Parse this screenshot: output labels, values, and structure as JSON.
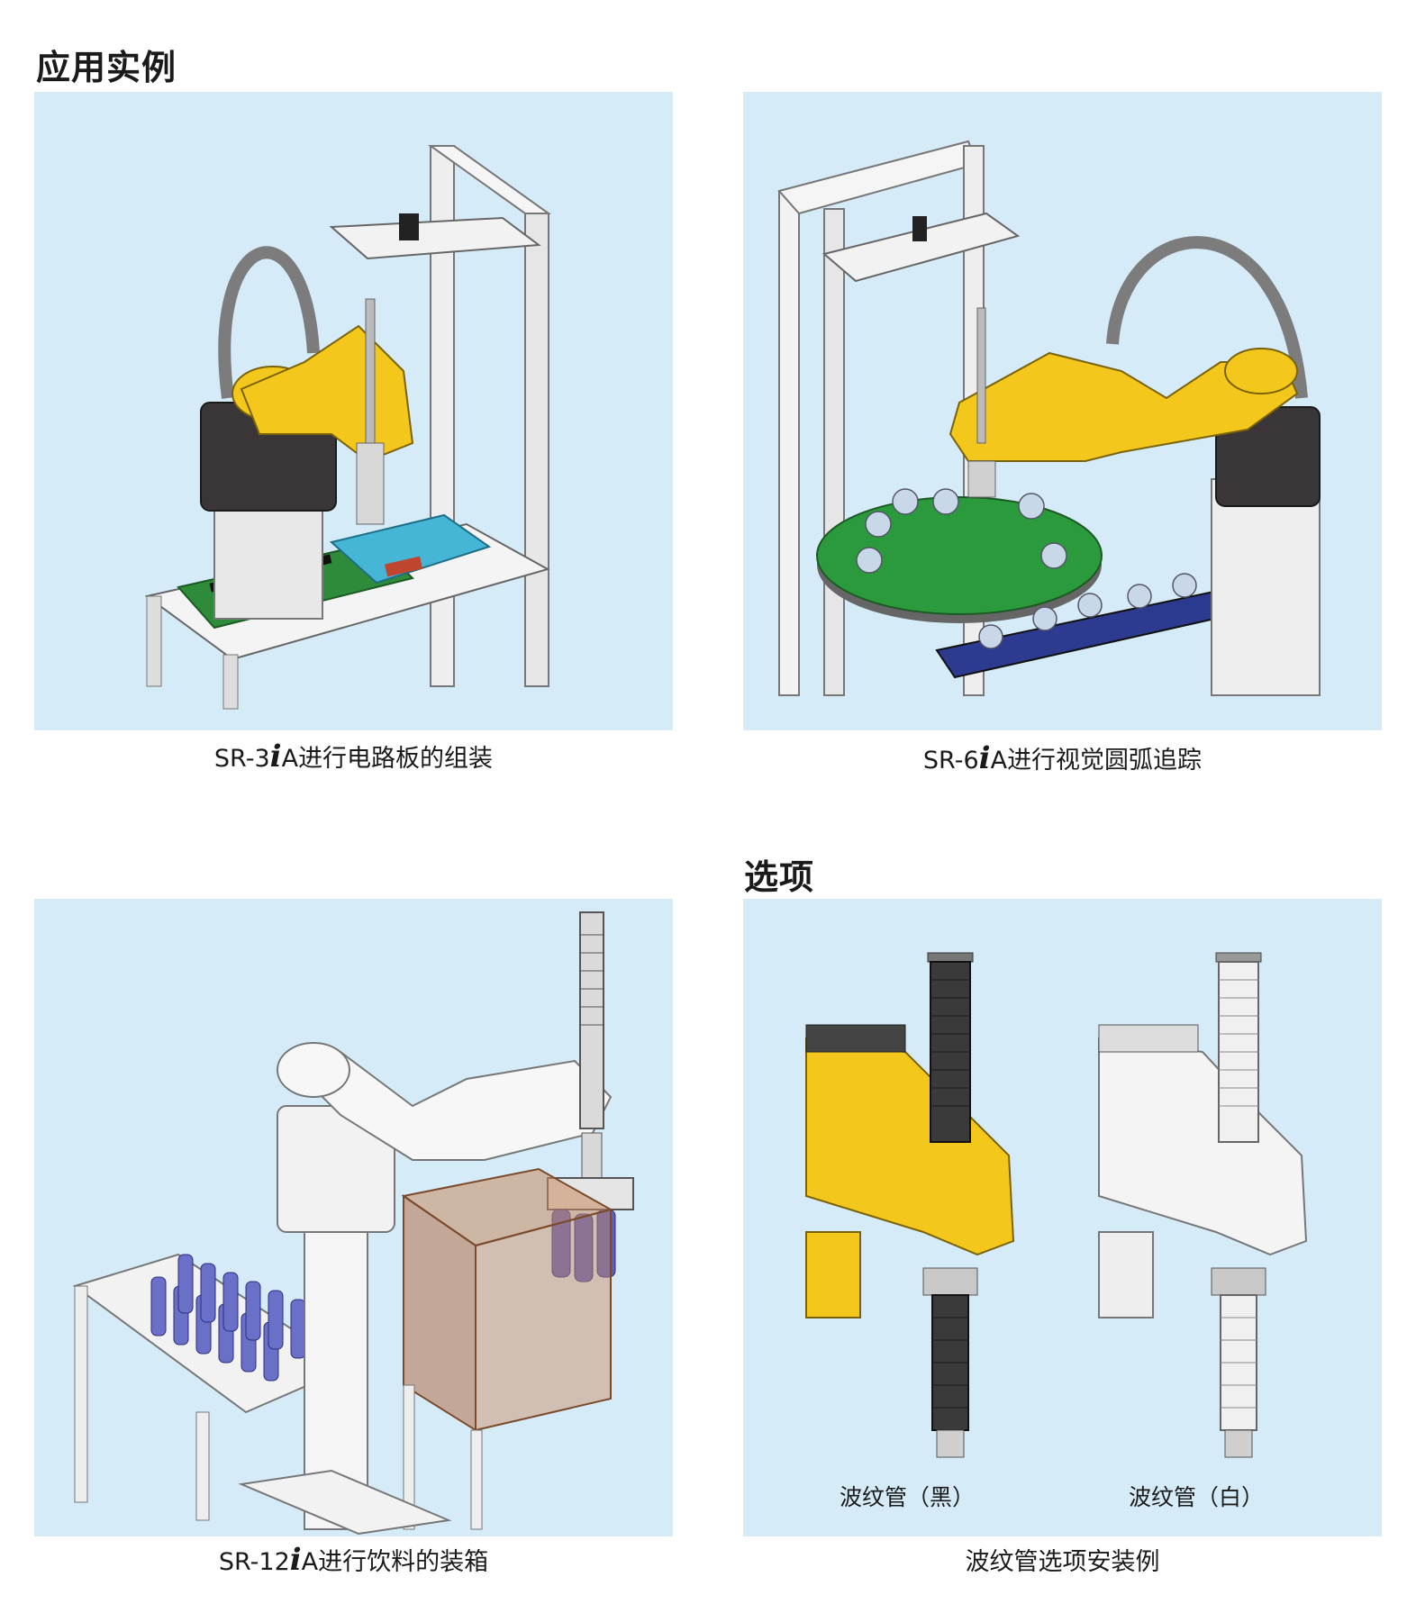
{
  "section_examples": {
    "title": "应用实例"
  },
  "section_options": {
    "title": "选项"
  },
  "examples": [
    {
      "model_prefix": "SR-3",
      "model_i": "i",
      "model_suffix": "A",
      "description": "进行电路板的组装"
    },
    {
      "model_prefix": "SR-6",
      "model_i": "i",
      "model_suffix": "A",
      "description": "进行视觉圆弧追踪"
    },
    {
      "model_prefix": "SR-12",
      "model_i": "i",
      "model_suffix": "A",
      "description": "进行饮料的装箱"
    }
  ],
  "options": {
    "label_black": "波纹管（黑）",
    "label_white": "波纹管（白）",
    "caption": "波纹管选项安装例"
  },
  "colors": {
    "panel_bg": "#d6ebf8",
    "robot_yellow": "#f3c71b",
    "robot_dark": "#3a3536",
    "pcb_green": "#2e8b3a",
    "table_green": "#2a9a3c",
    "conveyor_blue": "#2c3a8f",
    "bottle_blue": "#6a6fc8",
    "box_brown": "#c98a5e"
  }
}
